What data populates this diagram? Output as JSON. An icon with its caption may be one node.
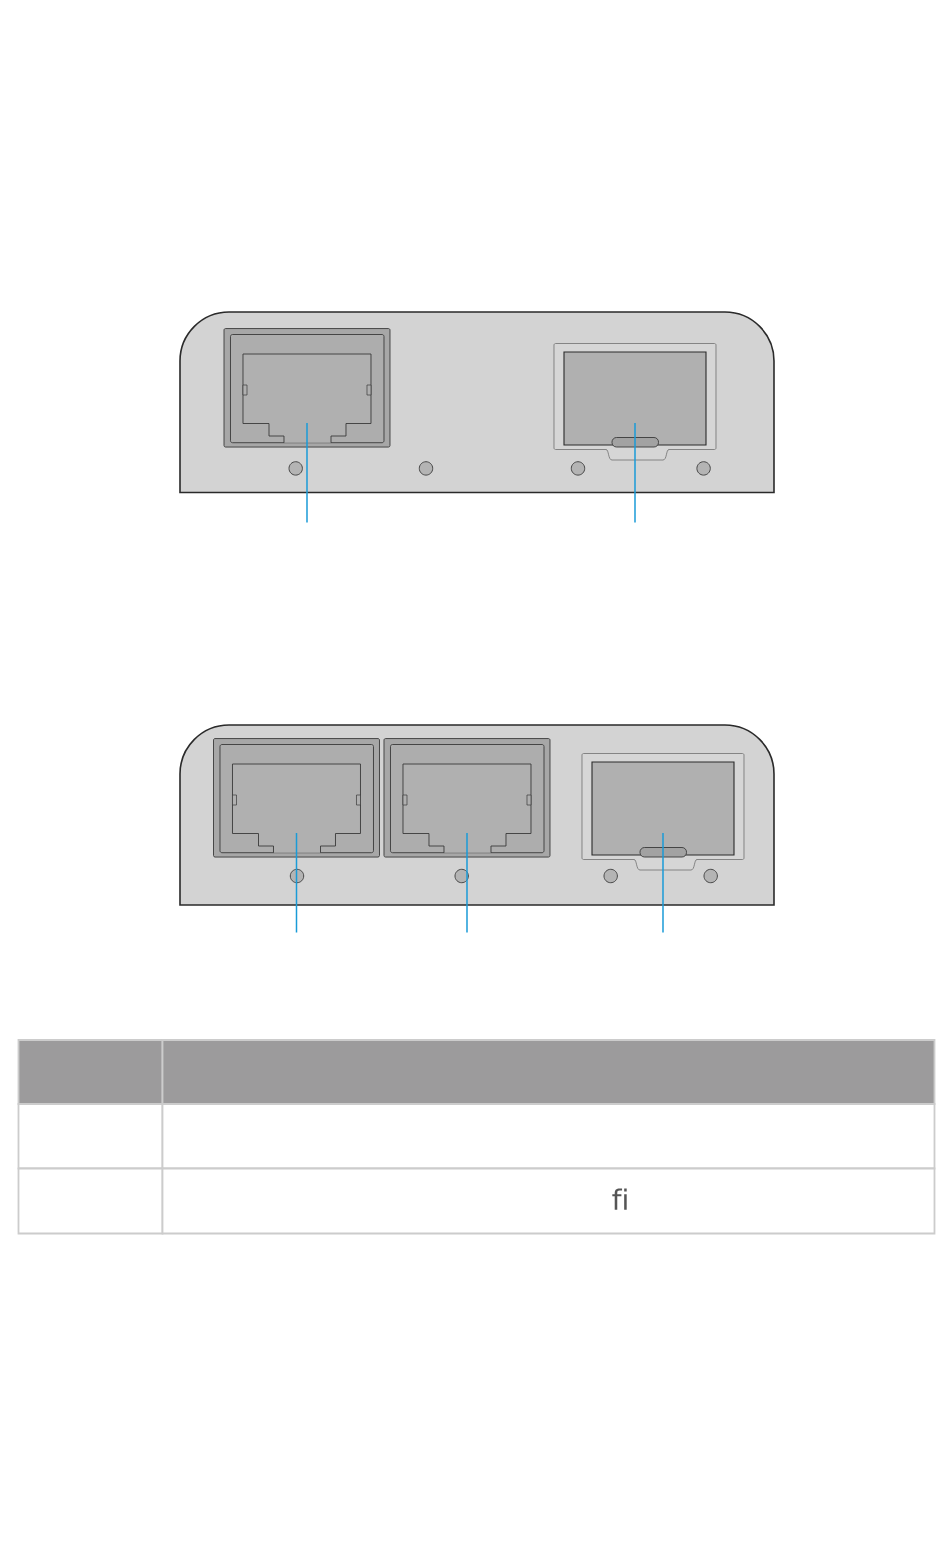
{
  "diagram": {
    "nodes": [
      {
        "text": [],
        "shape": "box"
      },
      {
        "text": [],
        "shape": "box"
      },
      {
        "text": [],
        "shape": "box"
      },
      {
        "text": [],
        "shape": "box"
      },
      {
        "text": [],
        "shape": "box"
      }
    ],
    "edges": [
      {
        "from": null,
        "to": 0,
        "arrow": "none"
      },
      {
        "from": null,
        "to": 1,
        "arrow": "none"
      },
      {
        "from": null,
        "to": 2,
        "arrow": "none"
      },
      {
        "from": null,
        "to": 3,
        "arrow": "none"
      },
      {
        "from": null,
        "to": 4,
        "arrow": "none"
      }
    ],
    "labels": [
      "fi"
    ]
  }
}
